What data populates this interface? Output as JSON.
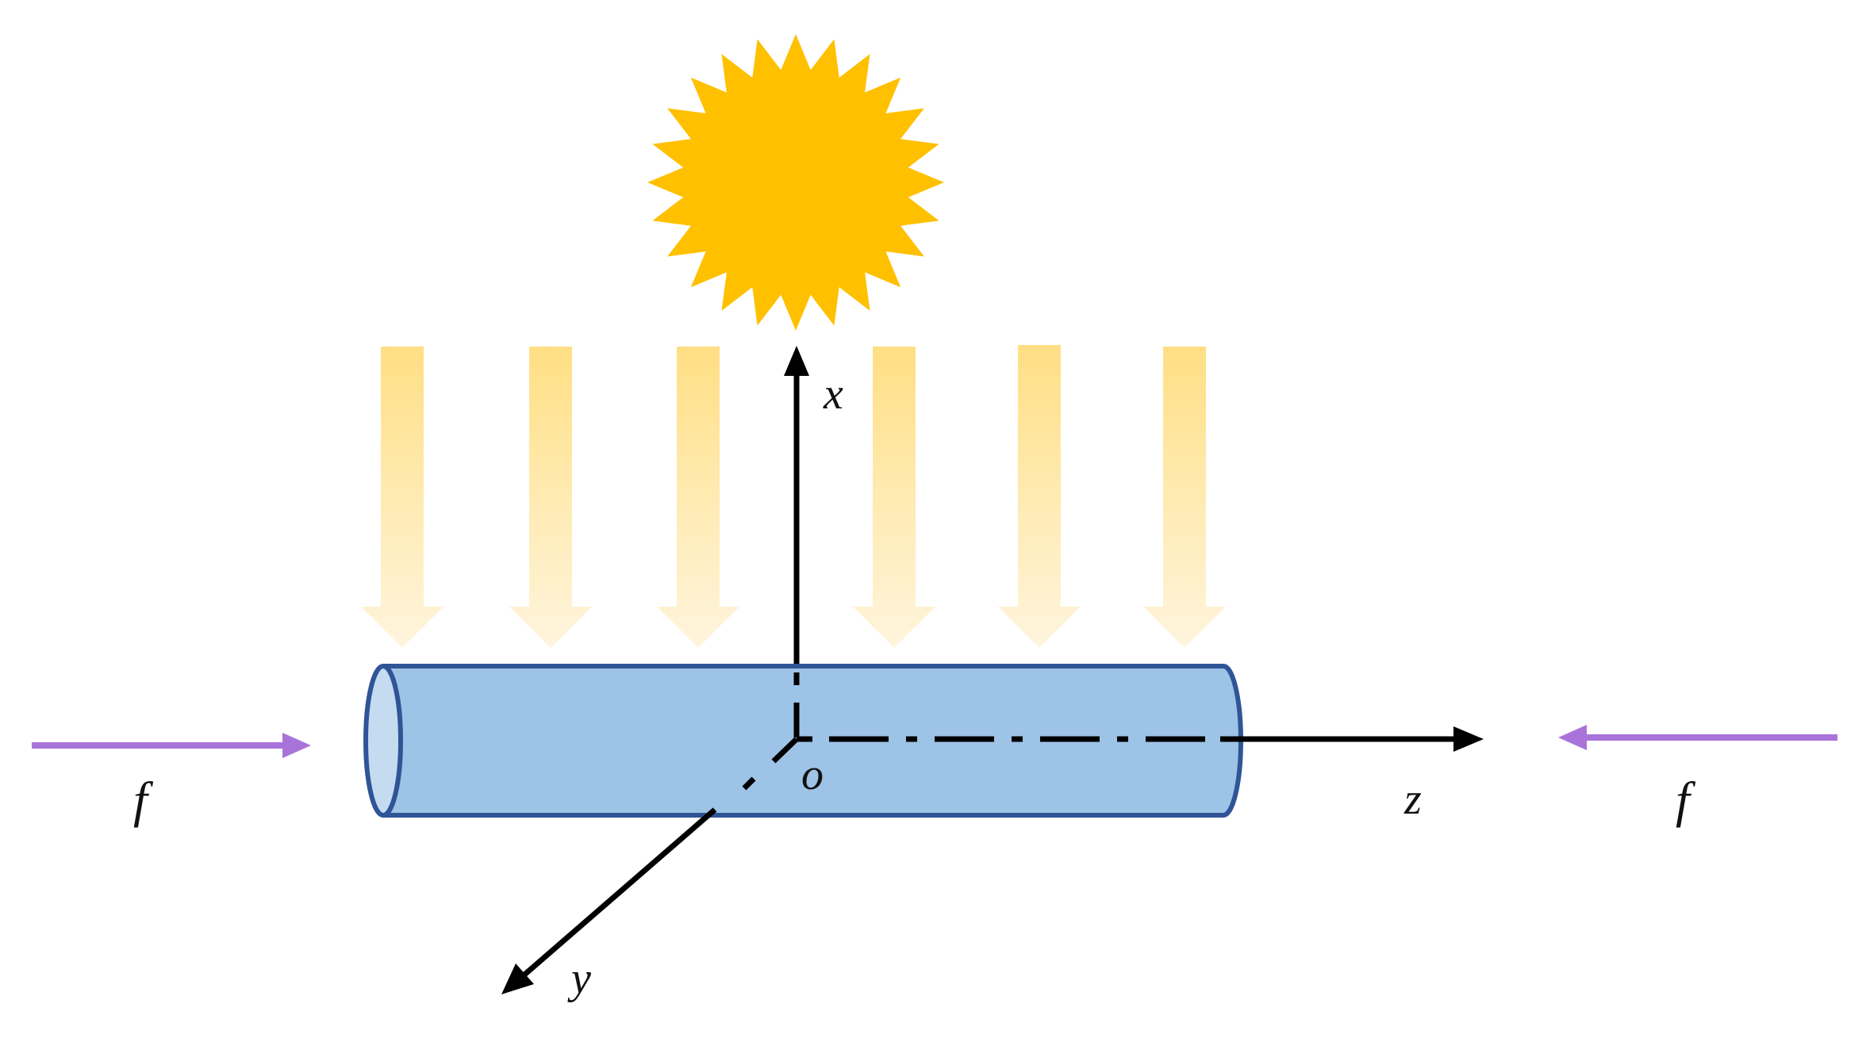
{
  "labels": {
    "x_axis": "x",
    "y_axis": "y",
    "z_axis": "z",
    "origin": "o",
    "force_left": "f",
    "force_right": "f"
  },
  "colors": {
    "sun": "#FFC000",
    "light_arrow_top": "#FFDF84",
    "light_arrow_bottom": "#FFF5DE",
    "rod_fill": "#9DC3E6",
    "rod_end_fill": "#C5DBF0",
    "rod_stroke": "#2F5597",
    "axis": "#000000",
    "force_arrow": "#A974D9"
  },
  "icons": {
    "sun": "sun-icon",
    "light": "light-ray-arrow",
    "force": "force-arrow"
  },
  "light_arrow_count": 6
}
